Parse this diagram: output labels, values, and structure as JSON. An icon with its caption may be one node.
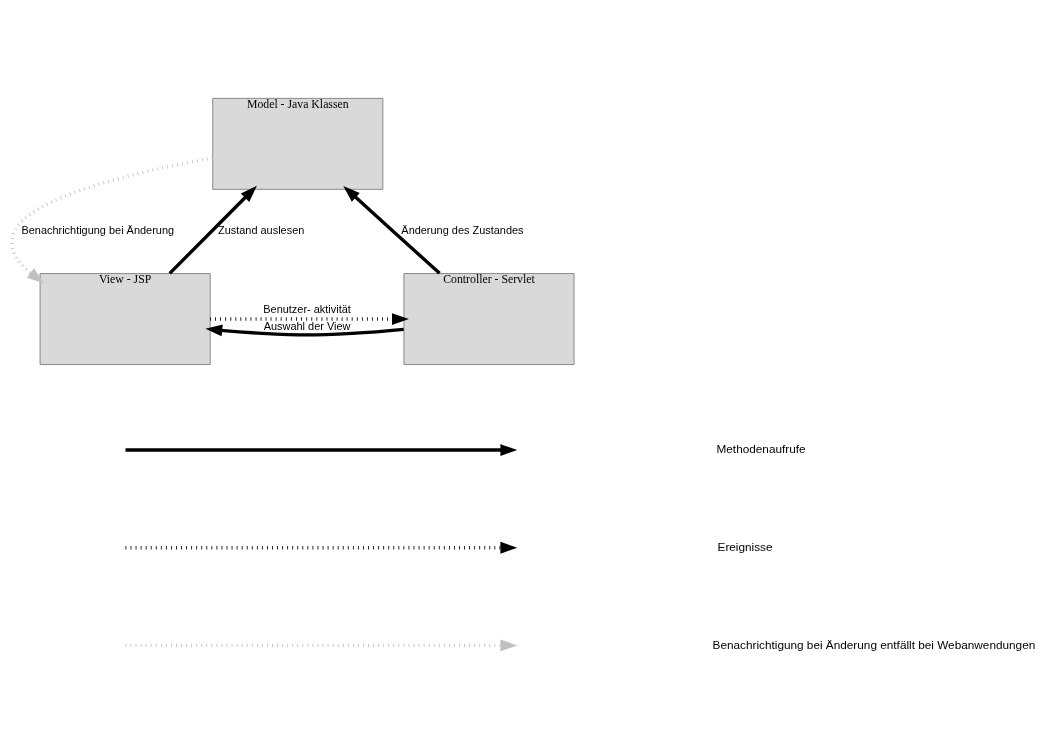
{
  "diagram": {
    "nodes": [
      {
        "text": [
          "Model - Java Klassen"
        ]
      },
      {
        "text": [
          "View - JSP"
        ]
      },
      {
        "text": [
          "Controller - Servlet"
        ]
      }
    ],
    "edges": [
      {
        "from": 0,
        "to": 1,
        "arrow": "to",
        "label": "Benachrichtigung bei Änderung",
        "style": "dashed",
        "color": "#c0c0c0"
      },
      {
        "from": 1,
        "to": 0,
        "arrow": "to",
        "label": "Zustand auslesen"
      },
      {
        "from": 2,
        "to": 0,
        "arrow": "to",
        "label": "Änderung des Zustandes"
      },
      {
        "from": 2,
        "to": 1,
        "arrow": "to",
        "label": "Auswahl der View"
      },
      {
        "from": 1,
        "to": 2,
        "arrow": "to",
        "label": "Benutzer- aktivität",
        "style": "dashed"
      }
    ],
    "legend": [
      {
        "text": "Methodenaufrufe"
      },
      {
        "text": "Ereignisse"
      },
      {
        "text": "Benachrichtigung bei Änderung entfällt bei Webanwendungen"
      }
    ]
  }
}
